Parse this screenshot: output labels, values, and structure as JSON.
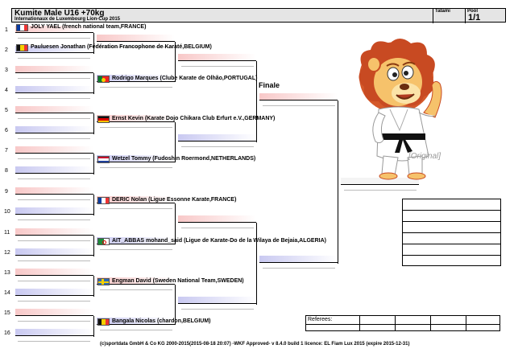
{
  "header": {
    "title": "Kumite Male U16 +70kg",
    "subtitle": "Internationaux de Luxembourg Lion-Cup 2015",
    "tatami_label": "Tatami",
    "tatami_value": "",
    "pool_label": "Pool",
    "pool_value": "1/1"
  },
  "slot_numbers": [
    "1",
    "2",
    "3",
    "4",
    "5",
    "6",
    "7",
    "8",
    "9",
    "10",
    "11",
    "12",
    "13",
    "14",
    "15",
    "16"
  ],
  "competitors": [
    {
      "name": "JOLY YAEL (french national team,FRANCE)",
      "flag": "france"
    },
    {
      "name": "Pauluesen Jonathan (Fédération Francophone de Karaté,BELGIUM)",
      "flag": "belgium"
    },
    {
      "name": "Rodrigo Marques (Clube Karate de Olhão,PORTUGAL)",
      "flag": "portugal"
    },
    {
      "name": "Ernst Kevin (Karate Dojo Chikara Club Erfurt e.V.,GERMANY)",
      "flag": "germany"
    },
    {
      "name": "Wetzel Tommy (Fudoshin Roermond,NETHERLANDS)",
      "flag": "netherlands"
    },
    {
      "name": "DERIC Nolan (Ligue Essonne Karate,FRANCE)",
      "flag": "france"
    },
    {
      "name": "AIT_ABBAS mohand_said (Ligue de Karate-Do de la Wilaya de Bejaia,ALGERIA)",
      "flag": "algeria"
    },
    {
      "name": "Engman David (Sweden National Team,SWEDEN)",
      "flag": "sweden"
    },
    {
      "name": "Bangala Nicolas (chardon,BELGIUM)",
      "flag": "belgium"
    }
  ],
  "finale_label": "Finale",
  "original_label": "[Original]",
  "referees_label": "Referees:",
  "footer": "(c)sportdata GmbH & Co KG 2000-2015(2015-08-18 20:07) -WKF Approved- v 8.4.0 build 1 licence: EL Fiam Lux 2015 (expire 2015-12-31)",
  "colors": {
    "red_slot": "#f8c8c8",
    "blue_slot": "#c9c9f1",
    "header_bg": "#e5e5e5"
  }
}
